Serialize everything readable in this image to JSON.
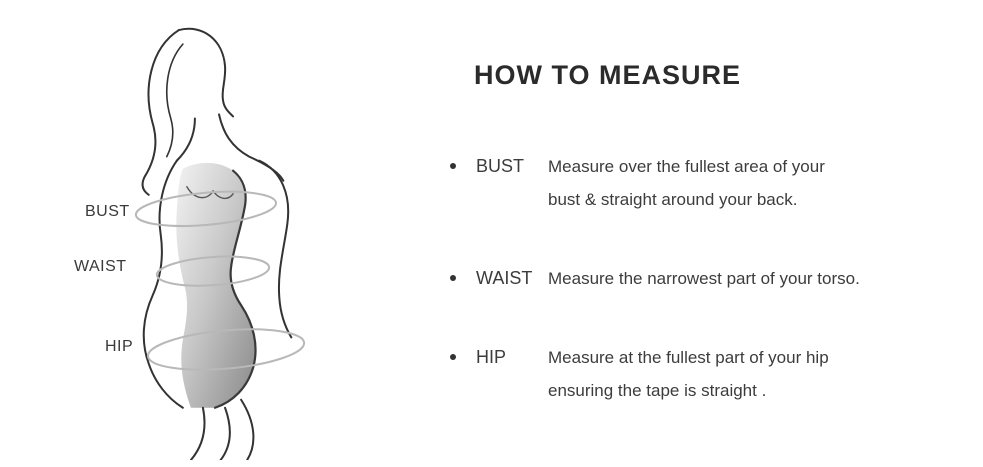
{
  "title": "HOW TO MEASURE",
  "figure_labels": {
    "bust": "BUST",
    "waist": "WAIST",
    "hip": "HIP"
  },
  "bullets": [
    {
      "term": "BUST",
      "lines": [
        "Measure over the fullest area of your",
        "bust & straight around your back."
      ]
    },
    {
      "term": "WAIST",
      "lines": [
        "Measure the narrowest part of your torso."
      ]
    },
    {
      "term": "HIP",
      "lines": [
        "Measure at the fullest part of your hip",
        "ensuring the tape is straight ."
      ]
    }
  ],
  "colors": {
    "text": "#3c3c3c",
    "title": "#2b2b2b",
    "line": "#333333",
    "tape": "#b8b8b8"
  }
}
